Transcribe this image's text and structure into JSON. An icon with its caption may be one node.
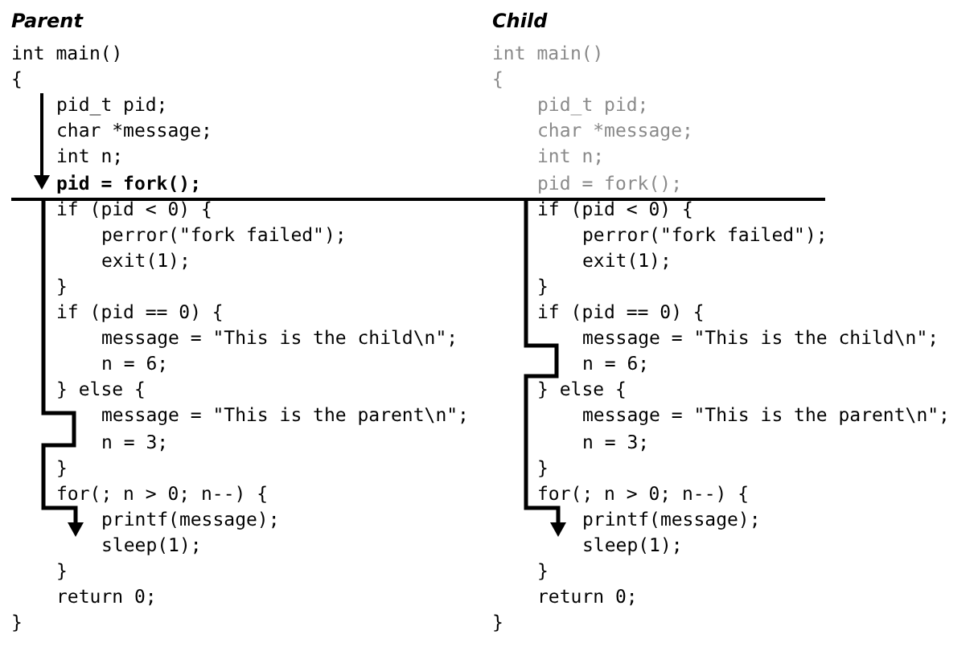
{
  "diagram": {
    "labels": [
      "Parent",
      "int main()",
      "{",
      "pid_t pid;",
      "char *message;",
      "int n;",
      "pid = fork();",
      "if (pid < 0) {",
      "perror(\"fork failed\");",
      "exit(1);",
      "}",
      "if (pid == 0) {",
      "message = \"This is the child\\n\";",
      "n = 6;",
      "} else {",
      "message = \"This is the parent\\n\";",
      "n = 3;",
      "}",
      "for(; n > 0; n--) {",
      "printf(message);",
      "sleep(1);",
      "}",
      "return 0;",
      "}",
      "Child",
      "int main()",
      "{",
      "pid_t pid;",
      "char *message;",
      "int n;",
      "pid = fork();",
      "if (pid < 0) {",
      "perror(\"fork failed\");",
      "exit(1);",
      "}",
      "if (pid == 0) {",
      "message = \"This is the child\\n\";",
      "n = 6;",
      "} else {",
      "message = \"This is the parent\\n\";",
      "n = 3;",
      "}",
      "for(; n > 0; n--) {",
      "printf(message);",
      "sleep(1);",
      "}",
      "return 0;",
      "}"
    ]
  }
}
